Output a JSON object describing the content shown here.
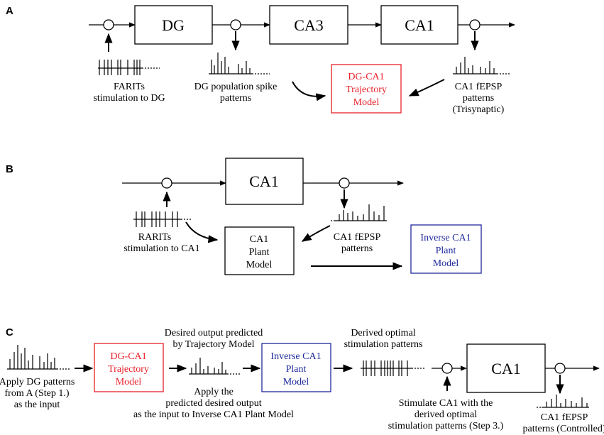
{
  "colors": {
    "red": "#e8202a",
    "blue": "#1f2a9c",
    "black": "#000000"
  },
  "panels": {
    "a": {
      "letter": "A",
      "boxes": [
        "DG",
        "CA3",
        "CA1"
      ],
      "captions": {
        "farits": [
          "FARITs",
          "stimulation to DG"
        ],
        "dg_spikes": [
          "DG population spike",
          "patterns"
        ],
        "ca1_fepsp": [
          "CA1 fEPSP",
          "patterns",
          "(Trisynaptic)"
        ]
      },
      "model": [
        "DG-CA1",
        "Trajectory",
        "Model"
      ]
    },
    "b": {
      "letter": "B",
      "box": "CA1",
      "captions": {
        "rarits": [
          "RARITs",
          "stimulation to CA1"
        ],
        "ca1_fepsp": [
          "CA1 fEPSP",
          "patterns"
        ]
      },
      "plant_model": [
        "CA1",
        "Plant",
        "Model"
      ],
      "inverse_model": [
        "Inverse CA1",
        "Plant",
        "Model"
      ]
    },
    "c": {
      "letter": "C",
      "captions": {
        "apply_dg": [
          "Apply DG patterns",
          "from A (Step 1.)",
          "as the input"
        ],
        "desired": [
          "Desired output predicted",
          "by Trajectory Model"
        ],
        "apply_pred": [
          "Apply the",
          "predicted desired output",
          "as the input to Inverse CA1 Plant Model"
        ],
        "derived": [
          "Derived optimal",
          "stimulation patterns"
        ],
        "stimulate": [
          "Stimulate CA1 with the",
          "derived optimal",
          "stimulation patterns (Step 3.)"
        ],
        "controlled": [
          "CA1 fEPSP",
          "patterns (Controlled)"
        ]
      },
      "trajectory_model": [
        "DG-CA1",
        "Trajectory",
        "Model"
      ],
      "inverse_model": [
        "Inverse CA1",
        "Plant",
        "Model"
      ],
      "box": "CA1"
    }
  }
}
